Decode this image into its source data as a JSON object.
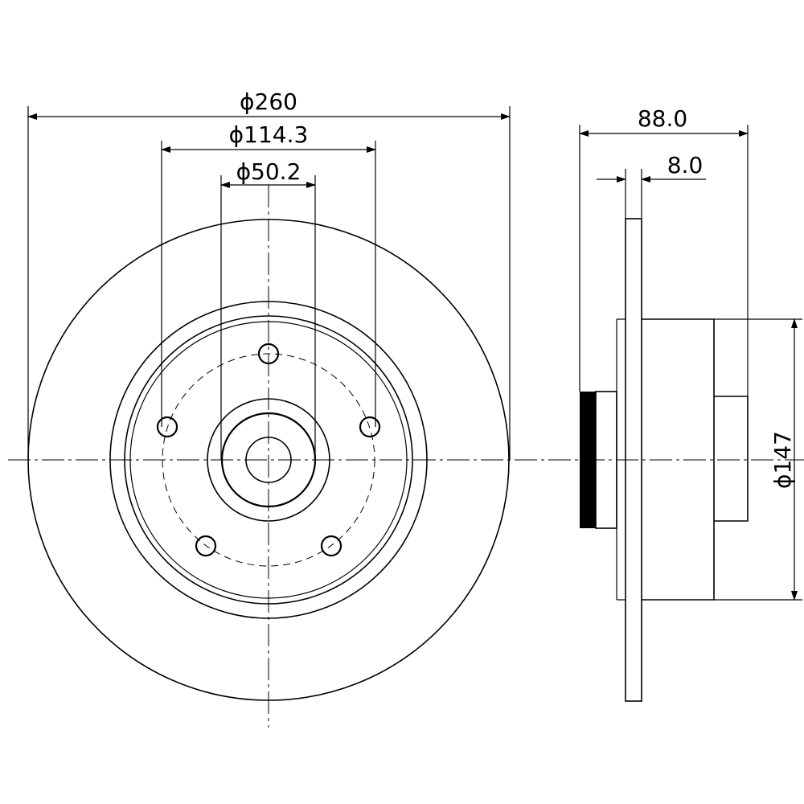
{
  "dimensions": {
    "outer_diameter": "ϕ260",
    "bolt_circle": "ϕ114.3",
    "center_bore": "ϕ50.2",
    "total_height": "88.0",
    "disc_thickness": "8.0",
    "hub_diameter": "ϕ147"
  },
  "colors": {
    "line": "#000000",
    "background": "#ffffff"
  }
}
